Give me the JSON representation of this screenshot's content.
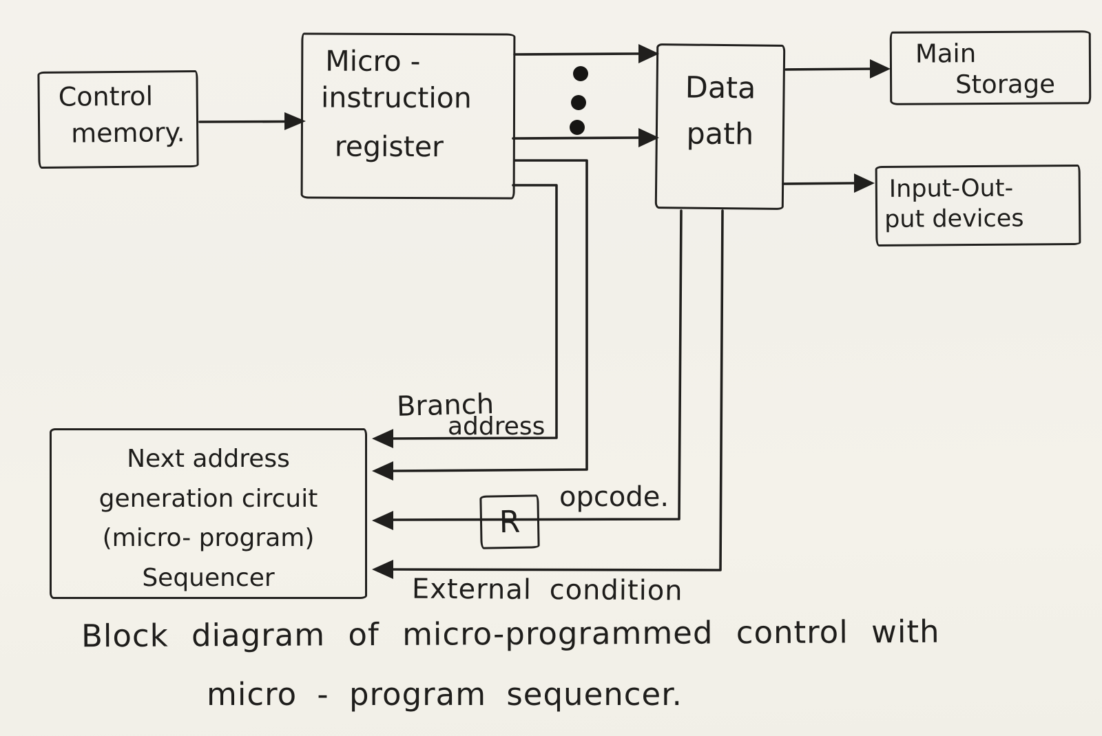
{
  "palette": {
    "ink": "#201f1d",
    "paper": "#f3f1ea"
  },
  "boxes": {
    "control_memory": {
      "line1": "Control",
      "line2": "memory."
    },
    "micro_instruction_register": {
      "line1": "Micro -",
      "line2": "instruction",
      "line3": "register"
    },
    "data_path": {
      "line1": "Data",
      "line2": "path"
    },
    "main_storage": {
      "line1": "Main",
      "line2": "Storage"
    },
    "io_devices": {
      "line1": "Input-Out-",
      "line2": "put devices"
    },
    "sequencer": {
      "line1": "Next address",
      "line2": "generation circuit",
      "line3": "(micro- program)",
      "line4": "Sequencer"
    },
    "r_register": {
      "label": "R"
    }
  },
  "labels": {
    "branch_address_word1": "Branch",
    "branch_address_word2": "address",
    "opcode": "opcode.",
    "external_condition": "External condition"
  },
  "caption": {
    "line1": "Block diagram of micro-programmed control with",
    "line2": "micro - program sequencer."
  }
}
